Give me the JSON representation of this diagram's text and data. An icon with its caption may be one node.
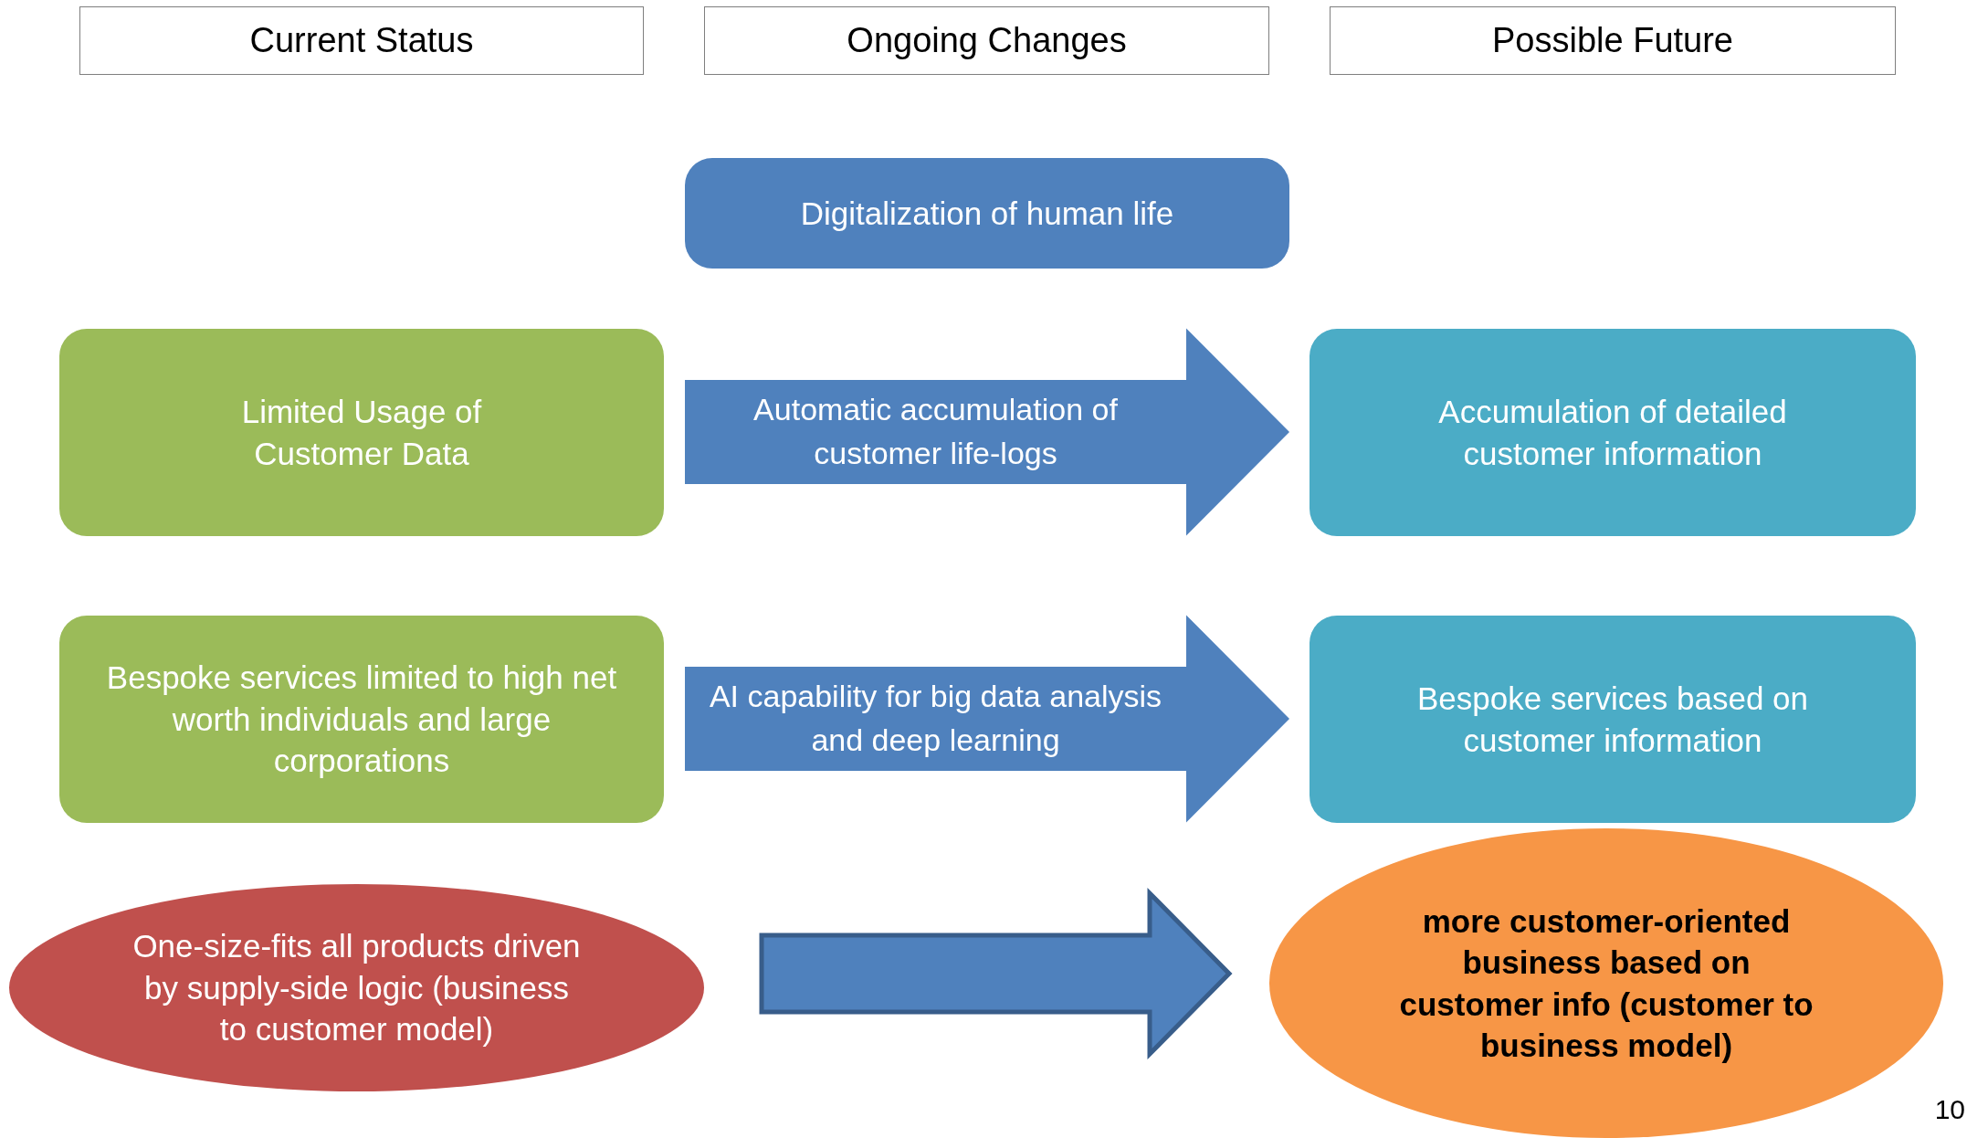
{
  "diagram": {
    "nodes": [
      {
        "text": [
          "Current Status"
        ]
      },
      {
        "text": [
          "Ongoing Changes"
        ]
      },
      {
        "text": [
          "Possible Future"
        ]
      },
      {
        "text": [
          "Digitalization of human life"
        ]
      },
      {
        "text": [
          "Limited Usage of Customer Data"
        ]
      },
      {
        "text": [
          "Accumulation of detailed customer information"
        ]
      },
      {
        "text": [
          "Bespoke services limited to high net worth individuals and large corporations"
        ]
      },
      {
        "text": [
          "Bespoke services based on customer information"
        ]
      },
      {
        "text": [
          "One-size-fits all products driven by supply-side logic (business to customer model)"
        ]
      },
      {
        "text": [
          "more customer-oriented business based on customer info (customer to business model)"
        ]
      }
    ],
    "edges": [
      {
        "from": 4,
        "to": 5,
        "arrow": "to",
        "label": "Automatic accumulation of customer life-logs"
      },
      {
        "from": 6,
        "to": 7,
        "arrow": "to",
        "label": "AI capability for big data analysis and deep learning"
      },
      {
        "from": 8,
        "to": 9,
        "arrow": "to"
      }
    ],
    "labels": [
      "10"
    ]
  }
}
